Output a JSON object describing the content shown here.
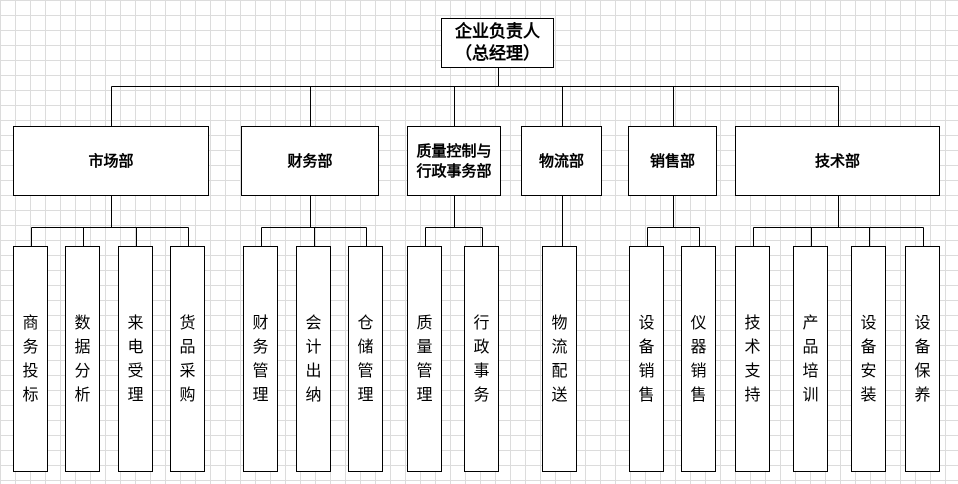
{
  "root": {
    "title": "企业负责人",
    "subtitle": "（总经理）"
  },
  "departments": [
    {
      "name": "市场部",
      "children": [
        "商务投标",
        "数据分析",
        "来电受理",
        "货品采购"
      ]
    },
    {
      "name": "财务部",
      "children": [
        "财务管理",
        "会计出纳",
        "仓储管理"
      ]
    },
    {
      "name": "质量控制与行政事务部",
      "children": [
        "质量管理",
        "行政事务"
      ]
    },
    {
      "name": "物流部",
      "children": [
        "物流配送"
      ]
    },
    {
      "name": "销售部",
      "children": [
        "设备销售",
        "仪器销售"
      ]
    },
    {
      "name": "技术部",
      "children": [
        "技术支持",
        "产品培训",
        "设备安装",
        "设备保养"
      ]
    }
  ]
}
